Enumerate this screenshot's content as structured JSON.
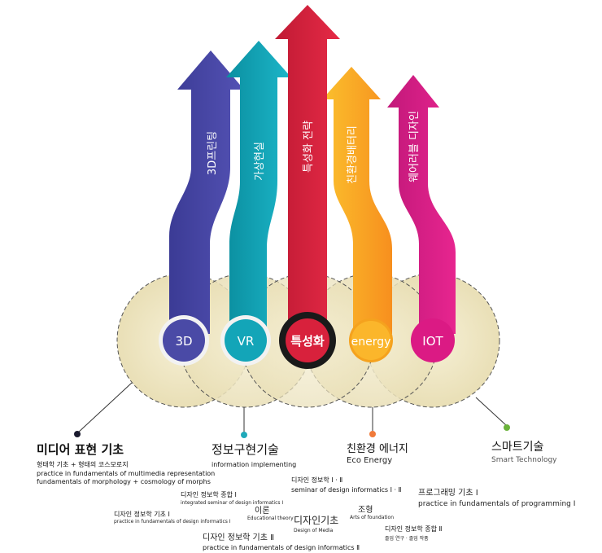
{
  "arrows": [
    {
      "id": "3d",
      "vertical_label": "3D프린팅",
      "circle_label": "3D",
      "color": "#4a4aa6"
    },
    {
      "id": "vr",
      "vertical_label": "가상현실",
      "circle_label": "VR",
      "color": "#13a5b8"
    },
    {
      "id": "special",
      "vertical_label": "특성화 전략",
      "circle_label": "특성화",
      "color": "#d8213c"
    },
    {
      "id": "energy",
      "vertical_label": "친환경배터리",
      "circle_label": "energy",
      "color": "#f9ab1f"
    },
    {
      "id": "iot",
      "vertical_label": "웨어러블 디자인",
      "circle_label": "IOT",
      "color": "#db1a84"
    }
  ],
  "categories": {
    "media": {
      "title": "미디어 표현 기초",
      "line1": "형태학 기초 + 형태의 코스모로지",
      "line2": "practice in fundamentals of multimedia representation",
      "line3": "fundamentals of morphology + cosmology of morphs",
      "dot_color": "#1a1a2e"
    },
    "info": {
      "title": "정보구현기술",
      "sub": "information implementing",
      "dot_color": "#20a9b9"
    },
    "eco": {
      "title": "친환경 에너지",
      "sub": "Eco Energy",
      "dot_color": "#f07a3a"
    },
    "smart": {
      "title": "스마트기술",
      "sub": "Smart Technology",
      "dot_color": "#6bb33b"
    }
  },
  "courses": {
    "c1_ko": "디자인 정보학 Ⅰ · Ⅱ",
    "c1_en": "seminar of design informatics Ⅰ · Ⅱ",
    "c2_ko": "디자인 정보학 종합 Ⅰ",
    "c2_en": "integrated seminar of design informatics Ⅰ",
    "c3_ko": "이론",
    "c3_en": "Educational theory",
    "c4_ko": "디자인 정보학 기초 Ⅰ",
    "c4_en": "practice in fundamentals of design informatics Ⅰ",
    "c5_ko": "디자인기초",
    "c5_en": "Design of Media",
    "c6_ko": "조형",
    "c6_en": "Arts of foundation",
    "c7_ko": "프로그래밍 기초 Ⅰ",
    "c7_en": "practice in fundamentals of programming Ⅰ",
    "c8_ko": "디자인 정보학 종합 Ⅱ",
    "c8_en": "졸업 연구 · 졸업 작품",
    "c9_ko": "디자인 정보학 기초 Ⅱ",
    "c9_en": "practice in fundamentals of design informatics Ⅱ"
  }
}
